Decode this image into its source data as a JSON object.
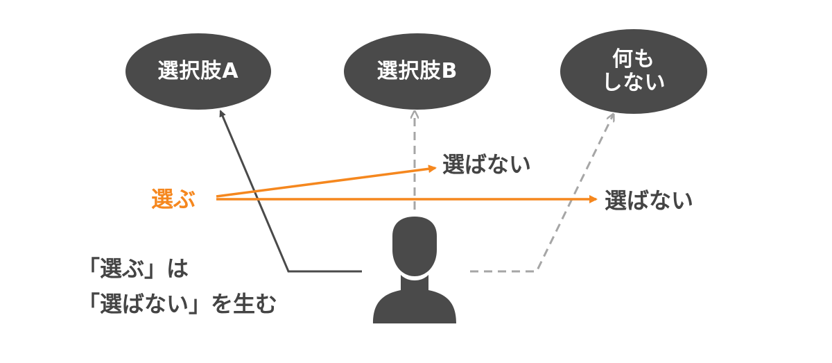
{
  "nodes": {
    "option_a": "選択肢A",
    "option_b": "選択肢B",
    "do_nothing_line1": "何も",
    "do_nothing_line2": "しない"
  },
  "labels": {
    "choose": "選ぶ",
    "not_choose_1": "選ばない",
    "not_choose_2": "選ばない"
  },
  "caption": {
    "line1": "「選ぶ」は",
    "line2": "「選ばない」を生む"
  },
  "colors": {
    "node_fill": "#4a4a4a",
    "person_fill": "#4a4a4a",
    "accent_orange": "#f5871e",
    "dashed_gray": "#a6a6a6",
    "text_dark": "#444444"
  },
  "icons": {
    "person": "person-silhouette-icon"
  }
}
